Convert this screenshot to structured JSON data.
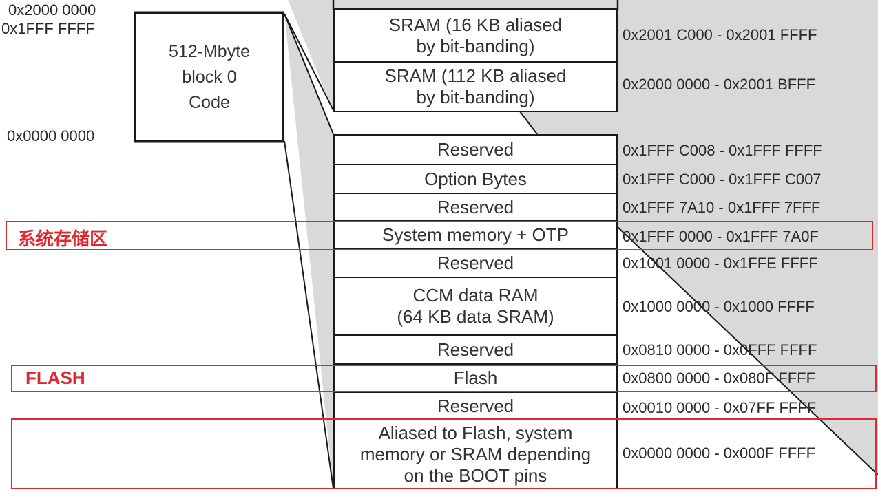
{
  "left_addresses": {
    "top": "0x2000 0000",
    "block_top": "0x1FFF FFFF",
    "block_bottom": "0x0000 0000"
  },
  "block0": {
    "lines": [
      "512-Mbyte",
      "block 0",
      "Code"
    ]
  },
  "sram_regions": [
    {
      "lines": [
        "SRAM (16 KB aliased",
        "by bit-banding)"
      ],
      "range": "0x2001 C000 - 0x2001 FFFF"
    },
    {
      "lines": [
        "SRAM (112 KB aliased",
        "by bit-banding)"
      ],
      "range": "0x2000 0000 - 0x2001 BFFF"
    }
  ],
  "code_regions": [
    {
      "lines": [
        "Reserved"
      ],
      "range": "0x1FFF C008 - 0x1FFF FFFF"
    },
    {
      "lines": [
        "Option Bytes"
      ],
      "range": "0x1FFF C000 - 0x1FFF C007"
    },
    {
      "lines": [
        "Reserved"
      ],
      "range": "0x1FFF 7A10 - 0x1FFF 7FFF"
    },
    {
      "lines": [
        "System memory + OTP"
      ],
      "range": "0x1FFF 0000 - 0x1FFF 7A0F"
    },
    {
      "lines": [
        "Reserved"
      ],
      "range": "0x1001 0000 - 0x1FFE FFFF"
    },
    {
      "lines": [
        "CCM data RAM",
        "(64 KB data SRAM)"
      ],
      "range": "0x1000 0000 - 0x1000 FFFF"
    },
    {
      "lines": [
        "Reserved"
      ],
      "range": "0x0810 0000 - 0x0FFF FFFF"
    },
    {
      "lines": [
        "Flash"
      ],
      "range": "0x0800 0000 - 0x080F FFFF"
    },
    {
      "lines": [
        "Reserved"
      ],
      "range": "0x0010 0000 - 0x07FF FFFF"
    },
    {
      "lines": [
        "Aliased to Flash, system",
        "memory or SRAM depending",
        "on the BOOT pins"
      ],
      "range": "0x0000 0000 - 0x000F FFFF"
    }
  ],
  "highlights": [
    {
      "label": "系统存储区",
      "target": "System memory + OTP"
    },
    {
      "label": "FLASH",
      "target": "Flash"
    },
    {
      "label": "",
      "target": "Aliased to Flash, system memory or SRAM depending on the BOOT pins"
    }
  ],
  "colors": {
    "highlight": "#e0282e",
    "shade": "#d9d9d9",
    "border": "#1a1a1a"
  }
}
